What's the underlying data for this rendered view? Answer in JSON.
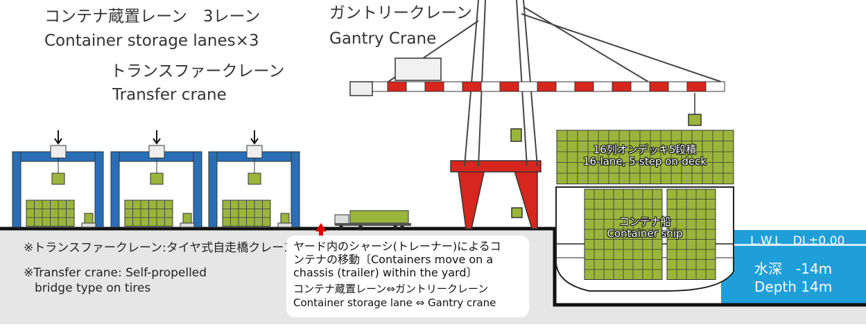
{
  "labels": {
    "storage_lanes_ja": "コンテナ蔵置レーン　3レーン",
    "storage_lanes_en": "Container storage lanes×3",
    "transfer_crane_ja": "トランスファークレーン",
    "transfer_crane_en": "Transfer crane",
    "gantry_crane_ja": "ガントリークレーン",
    "gantry_crane_en": "Gantry Crane",
    "deck_stack_ja": "16列オンデッキ5段積",
    "deck_stack_en": "16-lane, 5-step on-deck",
    "ship_ja": "コンテナ船",
    "ship_en": "Container ship",
    "lwl": "L.W.L　DL±0.00",
    "depth_ja": "水深　-14m",
    "depth_en": "Depth 14m"
  },
  "notes": {
    "note1": "※トランスファークレーン:タイヤ式自走橋クレーン",
    "note2_line1": "※Transfer crane: Self-propelled",
    "note2_line2": "bridge type on tires"
  },
  "chassis_box": {
    "line1": "ヤード内のシャーシ(トレーナー)によるコ",
    "line2": "ンテナの移動〔Containers move on a",
    "line3": "chassis (trailer) within the yard〕",
    "line4": "コンテナ蔵置レーン⇔ガントリークレーン",
    "line5": "Container storage lane ⇔ Gantry crane"
  },
  "colors": {
    "container_green": "#9bb53c",
    "crane_blue": "#2a6fb5",
    "crane_red": "#d7261e",
    "water_blue": "#1f9fd8",
    "ground_gray": "#e6e6e6"
  }
}
